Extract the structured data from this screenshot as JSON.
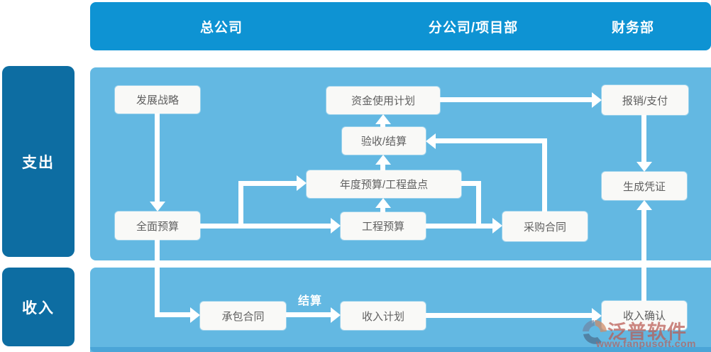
{
  "header": {
    "columns": [
      {
        "label": "总公司"
      },
      {
        "label": "分公司/项目部"
      },
      {
        "label": "财务部"
      }
    ]
  },
  "lanes": [
    {
      "label": "支出"
    },
    {
      "label": "收入"
    }
  ],
  "nodes": {
    "strategy": "发展战略",
    "fund_use_plan": "资金使用计划",
    "reimburse_pay": "报销/支付",
    "acceptance_settlement": "验收/结算",
    "annual_budget_inventory": "年度预算/工程盘点",
    "overall_budget": "全面预算",
    "project_budget": "工程预算",
    "purchase_contract": "采购合同",
    "generate_voucher": "生成凭证",
    "contract_out": "承包合同",
    "income_plan": "收入计划",
    "income_confirm": "收入确认"
  },
  "edge_labels": {
    "settlement": "结算"
  },
  "watermark": {
    "brand": "泛普软件",
    "url": "www.fanpusoft.com"
  },
  "colors": {
    "header_blue": "#0e93d3",
    "lane_blue": "#0d6da2",
    "panel_blue": "#63b8e2",
    "panel_edge_blue": "#4ba5d7",
    "arrow_white": "#ffffff",
    "node_bg": "#f9f9f7",
    "node_text": "#5f5f5f",
    "watermark_red": "#ba5a52"
  }
}
